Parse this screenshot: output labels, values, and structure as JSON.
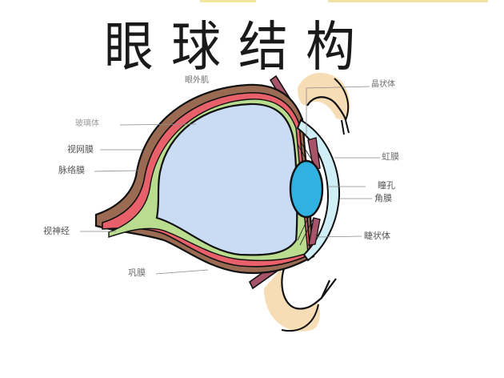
{
  "title": "眼球结构",
  "labels": {
    "extraocular_muscle": "眼外肌",
    "vitreous_body": "玻璃体",
    "retina": "视网膜",
    "choroid": "脉络膜",
    "optic_nerve": "视神经",
    "sclera": "巩膜",
    "lens": "晶状体",
    "iris": "虹膜",
    "pupil": "瞳孔",
    "cornea": "角膜",
    "ciliary_body": "睫状体"
  },
  "colors": {
    "sclera": "#9a6b52",
    "choroid": "#e8606a",
    "retina": "#b9dc8f",
    "vitreous": "#c9dcf3",
    "lens": "#2fb2df",
    "muscle": "#a7546a",
    "eyelid": "#f6d7a8",
    "cornea": "#cfeef6",
    "outline": "#111111",
    "leader_line": "#8a8a8a"
  }
}
